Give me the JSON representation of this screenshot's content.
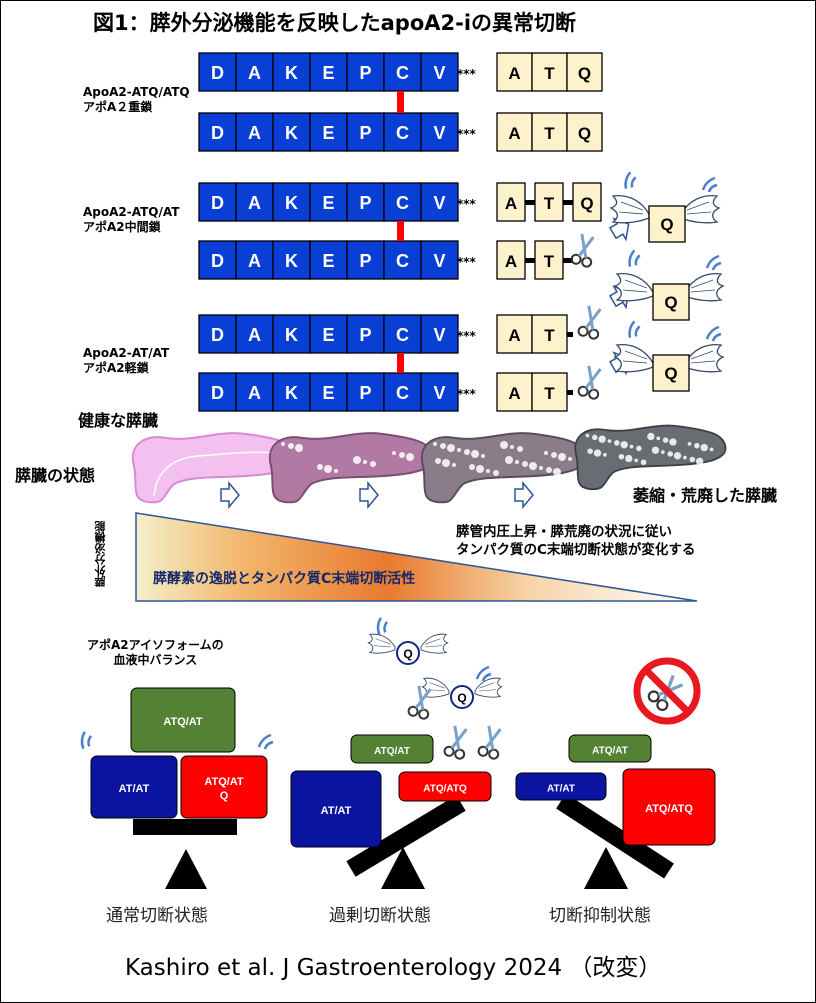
{
  "title": "図1：膵外分泌機能を反映したapoA2-iの異常切断",
  "residues": [
    "D",
    "A",
    "K",
    "E",
    "P",
    "C",
    "V"
  ],
  "stars": "***",
  "groups": [
    {
      "label1": "ApoA2-ATQ/ATQ",
      "label2": "アポA２重鎖",
      "tails": [
        [
          "A",
          "T",
          "Q"
        ],
        [
          "A",
          "T",
          "Q"
        ]
      ]
    },
    {
      "label1": "ApoA2-ATQ/AT",
      "label2": "アポA2中間鎖",
      "tails": [
        [
          "A",
          "T",
          "Q"
        ],
        [
          "A",
          "T"
        ]
      ]
    },
    {
      "label1": "ApoA2-AT/AT",
      "label2": "アポA2軽鎖",
      "tails": [
        [
          "A",
          "T"
        ],
        [
          "A",
          "T"
        ]
      ]
    }
  ],
  "cleaved_residue": "Q",
  "pancreas": {
    "healthy": "健康な膵臓",
    "state_label": "膵臓の状態",
    "atrophic": "萎縮・荒廃した膵臓"
  },
  "progression_note": {
    "line1": "膵管内圧上昇・膵荒廃の状況に従い",
    "line2": "タンパク質のC末端切断状態が変化する"
  },
  "exocrine_label": "膵外分泌機能",
  "ramp_label": "膵酵素の逸脱とタンパク質C末端切断活性",
  "balance_heading": {
    "line1": "アポA2アイソフォームの",
    "line2": "血液中バランス"
  },
  "balances": [
    {
      "boxes": [
        {
          "text": "ATQ/AT",
          "color": "#548235"
        },
        {
          "text": "AT/AT",
          "color": "#0a14a0"
        },
        {
          "text": "ATQ/AT\nQ",
          "color": "#ff0000"
        }
      ]
    },
    {
      "boxes": [
        {
          "text": "ATQ/AT",
          "color": "#548235"
        },
        {
          "text": "AT/AT",
          "color": "#0a14a0"
        },
        {
          "text": "ATQ/ATQ",
          "color": "#ff0000"
        }
      ]
    },
    {
      "boxes": [
        {
          "text": "ATQ/AT",
          "color": "#548235"
        },
        {
          "text": "AT/AT",
          "color": "#0a14a0"
        },
        {
          "text": "ATQ/ATQ",
          "color": "#ff0000"
        }
      ]
    }
  ],
  "states": {
    "normal": "通常切断状態",
    "excess": "過剰切断状態",
    "suppressed": "切断抑制状態"
  },
  "citation": "Kashiro et al. J Gastroenterology 2024 （改変）",
  "colors": {
    "residue_fill": "#0a3fd6",
    "tail_fill": "#fdf2cc",
    "disulfide": "#ff0000"
  }
}
